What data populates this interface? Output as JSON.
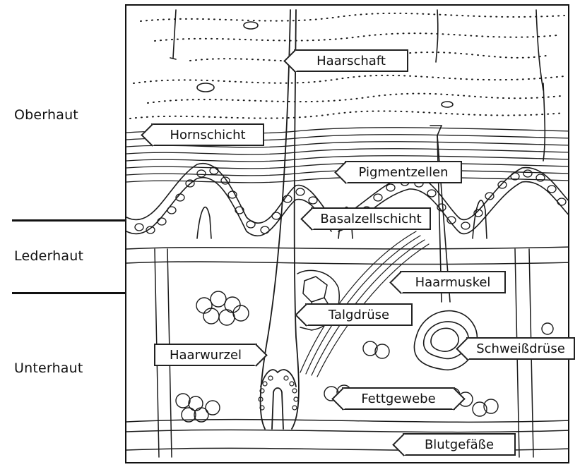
{
  "layers": {
    "oberhaut": "Oberhaut",
    "lederhaut": "Lederhaut",
    "unterhaut": "Unterhaut"
  },
  "callouts": {
    "haarschaft": "Haarschaft",
    "hornschicht": "Hornschicht",
    "pigmentzellen": "Pigmentzellen",
    "basalzellschicht": "Basalzellschicht",
    "haarmuskel": "Haarmuskel",
    "talgdruese": "Talgdrüse",
    "haarwurzel": "Haarwurzel",
    "schweissdruese": "Schweißdrüse",
    "fettgewebe": "Fettgewebe",
    "blutgefaesse": "Blutgefäße"
  }
}
